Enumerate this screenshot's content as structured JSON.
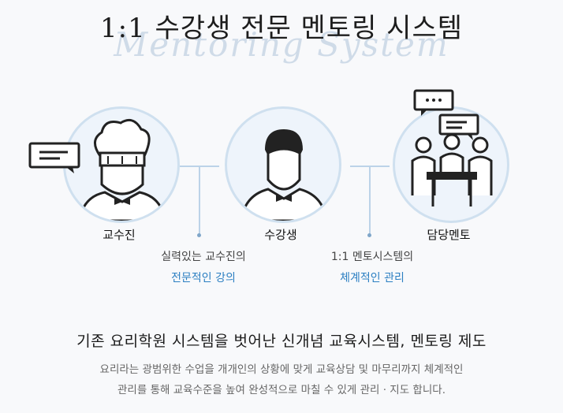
{
  "header": {
    "title": "1:1 수강생 전문 멘토링 시스템",
    "script_text": "Mentoring System"
  },
  "roles": [
    {
      "label": "교수진",
      "icon": "chef-icon"
    },
    {
      "label": "수강생",
      "icon": "student-icon"
    },
    {
      "label": "담당멘토",
      "icon": "mentor-meeting-icon"
    }
  ],
  "benefits": [
    {
      "line1": "실력있는 교수진의",
      "line2": "전문적인 강의"
    },
    {
      "line1": "1:1 멘토시스템의",
      "line2": "체계적인 관리"
    }
  ],
  "headline": "기존 요리학원 시스템을 벗어난 신개념 교육시스템, 멘토링 제도",
  "description": {
    "line1": "요리라는 광범위한 수업을 개개인의 상황에 맞게 교육상담 및 마무리까지 체계적인",
    "line2": "관리를 통해 교육수준을 높여 완성적으로 마칠 수 있게 관리 · 지도 합니다."
  },
  "colors": {
    "accent": "#2c7fc2",
    "circle_fill": "#eef4fb",
    "circle_border": "#cfe0ef",
    "connector": "#bcd3e8"
  }
}
